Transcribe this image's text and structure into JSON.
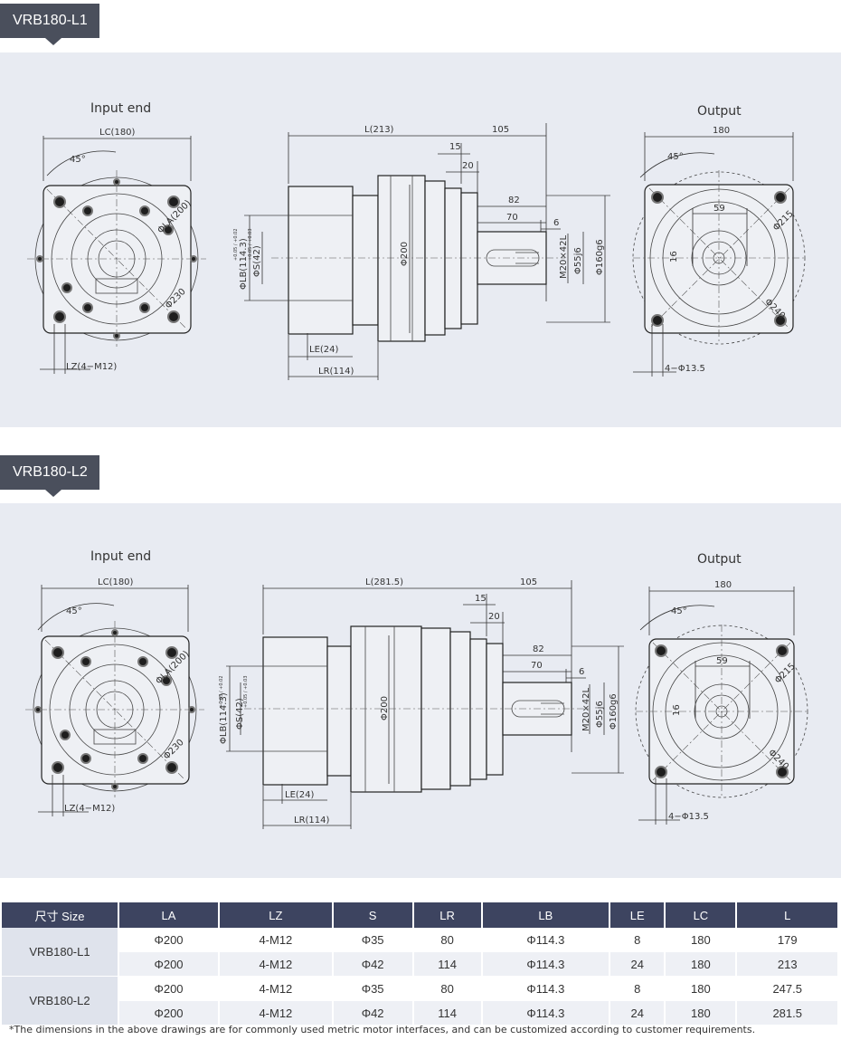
{
  "sections": [
    {
      "title": "VRB180-L1",
      "input_label": "Input end",
      "output_label": "Output",
      "left": {
        "lc": "LC(180)",
        "angle": "45°",
        "la": "ΦLA(200)",
        "d230": "Φ230",
        "lz": "LZ(4−M12)"
      },
      "side": {
        "l": "L(213)",
        "d105": "105",
        "d15": "15",
        "d20": "20",
        "d82": "82",
        "d70": "70",
        "d6": "6",
        "lb": "ΦLB(114.3)",
        "s": "ΦS(42)",
        "tol1": "+0.05 / +0.02",
        "tol2": "+0.05 / +0.03",
        "d200": "Φ200",
        "m20": "M20×42L",
        "d55": "Φ55j6",
        "d160": "Φ160g6",
        "le": "LE(24)",
        "lr": "LR(114)"
      },
      "right": {
        "d180": "180",
        "angle": "45°",
        "d59": "59",
        "d16": "16",
        "d215": "Φ215",
        "d240": "Φ240",
        "holes": "4−Φ13.5"
      }
    },
    {
      "title": "VRB180-L2",
      "input_label": "Input end",
      "output_label": "Output",
      "left": {
        "lc": "LC(180)",
        "angle": "45°",
        "la": "ΦLA(200)",
        "d230": "Φ230",
        "lz": "LZ(4−M12)"
      },
      "side": {
        "l": "L(281.5)",
        "d105": "105",
        "d15": "15",
        "d20": "20",
        "d82": "82",
        "d70": "70",
        "d6": "6",
        "lb": "ΦLB(114.3)",
        "s": "ΦS(42)",
        "tol1": "+0.05 / +0.02",
        "tol2": "+0.05 / +0.03",
        "d200": "Φ200",
        "m20": "M20×42L",
        "d55": "Φ55j6",
        "d160": "Φ160g6",
        "le": "LE(24)",
        "lr": "LR(114)"
      },
      "right": {
        "d180": "180",
        "angle": "45°",
        "d59": "59",
        "d16": "16",
        "d215": "Φ215",
        "d240": "Φ240",
        "holes": "4−Φ13.5"
      }
    }
  ],
  "table": {
    "headers": [
      "尺寸 Size",
      "LA",
      "LZ",
      "S",
      "LR",
      "LB",
      "LE",
      "LC",
      "L"
    ],
    "groups": [
      {
        "model": "VRB180-L1",
        "rows": [
          [
            "Φ200",
            "4-M12",
            "Φ35",
            "80",
            "Φ114.3",
            "8",
            "180",
            "179"
          ],
          [
            "Φ200",
            "4-M12",
            "Φ42",
            "114",
            "Φ114.3",
            "24",
            "180",
            "213"
          ]
        ]
      },
      {
        "model": "VRB180-L2",
        "rows": [
          [
            "Φ200",
            "4-M12",
            "Φ35",
            "80",
            "Φ114.3",
            "8",
            "180",
            "247.5"
          ],
          [
            "Φ200",
            "4-M12",
            "Φ42",
            "114",
            "Φ114.3",
            "24",
            "180",
            "281.5"
          ]
        ]
      }
    ]
  },
  "note": "*The dimensions in the above drawings are for commonly used metric motor interfaces, and can be customized according to customer requirements."
}
